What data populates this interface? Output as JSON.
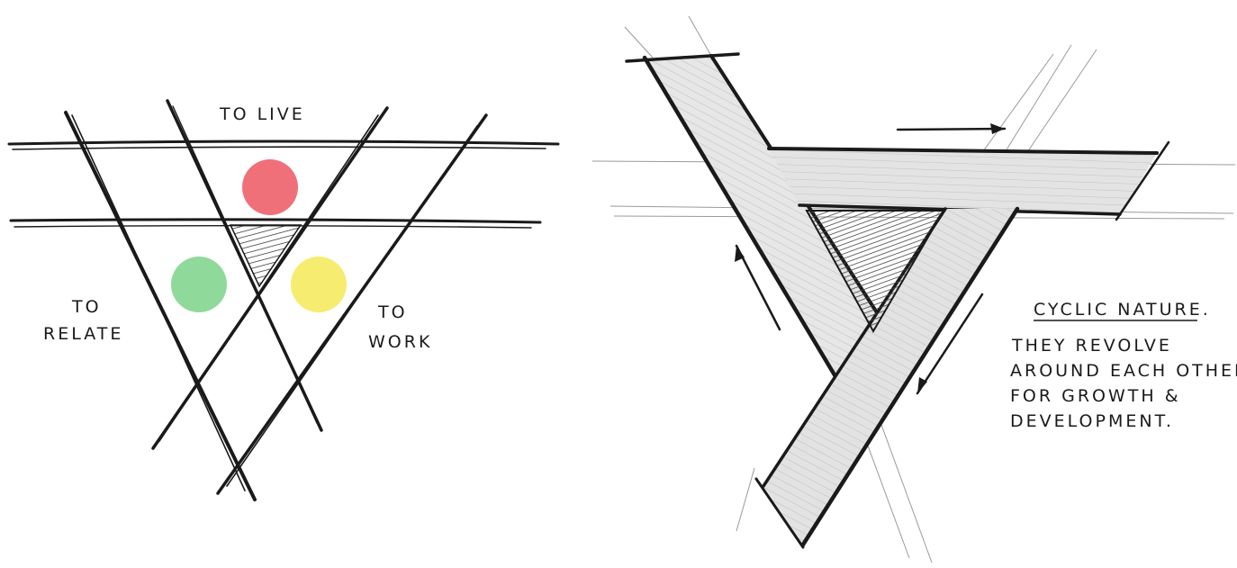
{
  "left_sketch": {
    "labels": {
      "top": "TO LIVE",
      "left_line1": "TO",
      "left_line2": "RELATE",
      "right_line1": "TO",
      "right_line2": "WORK"
    },
    "circles": [
      {
        "key": "live",
        "color": "#f0707a"
      },
      {
        "key": "relate",
        "color": "#8fd99a"
      },
      {
        "key": "work",
        "color": "#f6ec6f"
      }
    ]
  },
  "right_sketch": {
    "title": "CYCLIC NATURE.",
    "body_lines": [
      "THEY REVOLVE",
      "AROUND EACH OTHER",
      "FOR GROWTH &",
      "DEVELOPMENT."
    ]
  }
}
